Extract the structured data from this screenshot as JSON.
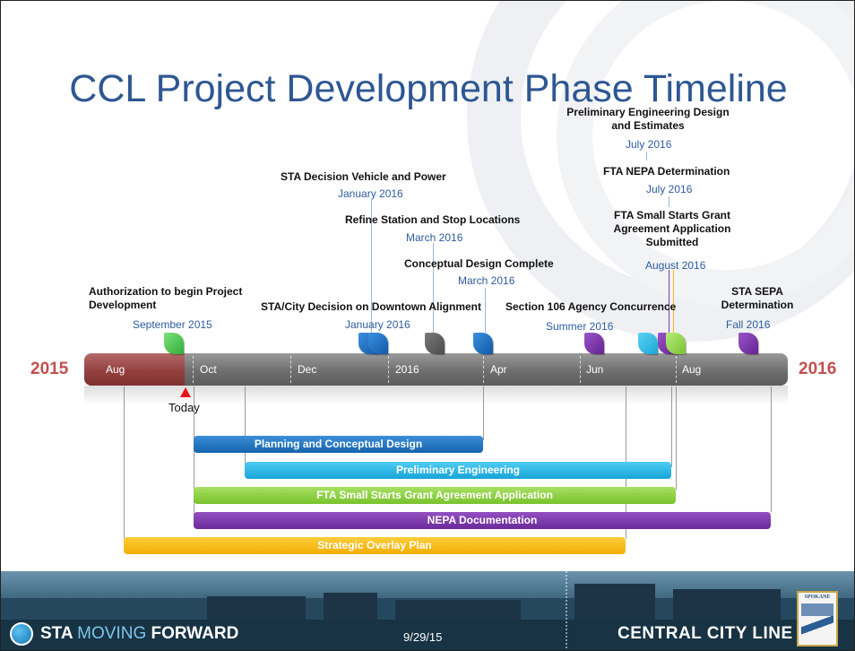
{
  "title": "CCL Project Development Phase Timeline",
  "years": {
    "start": "2015",
    "end": "2016"
  },
  "axis_labels": [
    "Aug",
    "Oct",
    "Dec",
    "2016",
    "Apr",
    "Jun",
    "Aug"
  ],
  "today_label": "Today",
  "events": [
    {
      "title": "Authorization to begin Project\nDevelopment",
      "date": "September 2015"
    },
    {
      "title": "STA Decision Vehicle and Power",
      "date": "January 2016"
    },
    {
      "title": "STA/City Decision on Downtown Alignment",
      "date": "January 2016"
    },
    {
      "title": "Refine Station and Stop Locations",
      "date": "March 2016"
    },
    {
      "title": "Conceptual Design Complete",
      "date": "March 2016"
    },
    {
      "title": "Section 106 Agency Concurrence",
      "date": "Summer 2016"
    },
    {
      "title": "Preliminary Engineering Design\nand Estimates",
      "date": "July 2016"
    },
    {
      "title": "FTA NEPA Determination",
      "date": "July 2016"
    },
    {
      "title": "FTA Small Starts Grant\nAgreement Application\nSubmitted",
      "date": "August 2016"
    },
    {
      "title": "STA SEPA\nDetermination",
      "date": "Fall 2016"
    }
  ],
  "bars": [
    {
      "label": "Planning and Conceptual Design",
      "color": "#1f74c4"
    },
    {
      "label": "Preliminary Engineering",
      "color": "#22b3e3"
    },
    {
      "label": "FTA Small Starts Grant Agreement Application",
      "color": "#8cd03a"
    },
    {
      "label": "NEPA Documentation",
      "color": "#7e3aa8"
    },
    {
      "label": "Strategic Overlay Plan",
      "color": "#f9bd12"
    }
  ],
  "footer": {
    "brand_sta": "STA",
    "brand_moving": "MOVING",
    "brand_forward": "FORWARD",
    "date": "9/29/15",
    "line_name": "CENTRAL CITY LINE",
    "seal_text": "SPOKANE"
  },
  "colors": {
    "title": "#2e5792",
    "event_date": "#2e5c9e",
    "year": "#c0504d",
    "today_marker": "#e8131b"
  }
}
